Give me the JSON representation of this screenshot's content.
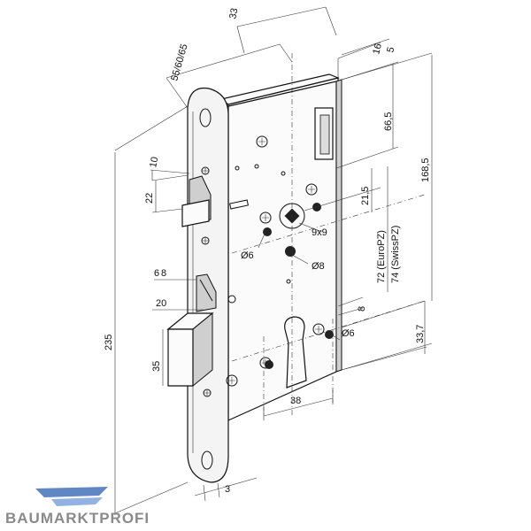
{
  "dimensions": {
    "d_55_60_65": "55/60/65",
    "d_33": "33",
    "d_16": "16",
    "d_5": "5",
    "d_66_5": "66,5",
    "d_168_5": "168,5",
    "d_10": "10",
    "d_22": "22",
    "d_21_5": "21,5",
    "d_9x9": "9x9",
    "d_o6_top": "Ø6",
    "d_o8": "Ø8",
    "d_72_europz": "72 (EuroPZ)",
    "d_74_swisspz": "74 (SwissPZ)",
    "d_6": "6",
    "d_8_left": "8",
    "d_20": "20",
    "d_8_right": "8",
    "d_o6_right": "Ø6",
    "d_33_7": "33,7",
    "d_235": "235",
    "d_35": "35",
    "d_38": "38",
    "d_3": "3"
  },
  "logo": {
    "text": "BAUMARKTPROFI",
    "colors": {
      "primary": "#2b5fb0",
      "text": "#8a8a8a"
    }
  }
}
